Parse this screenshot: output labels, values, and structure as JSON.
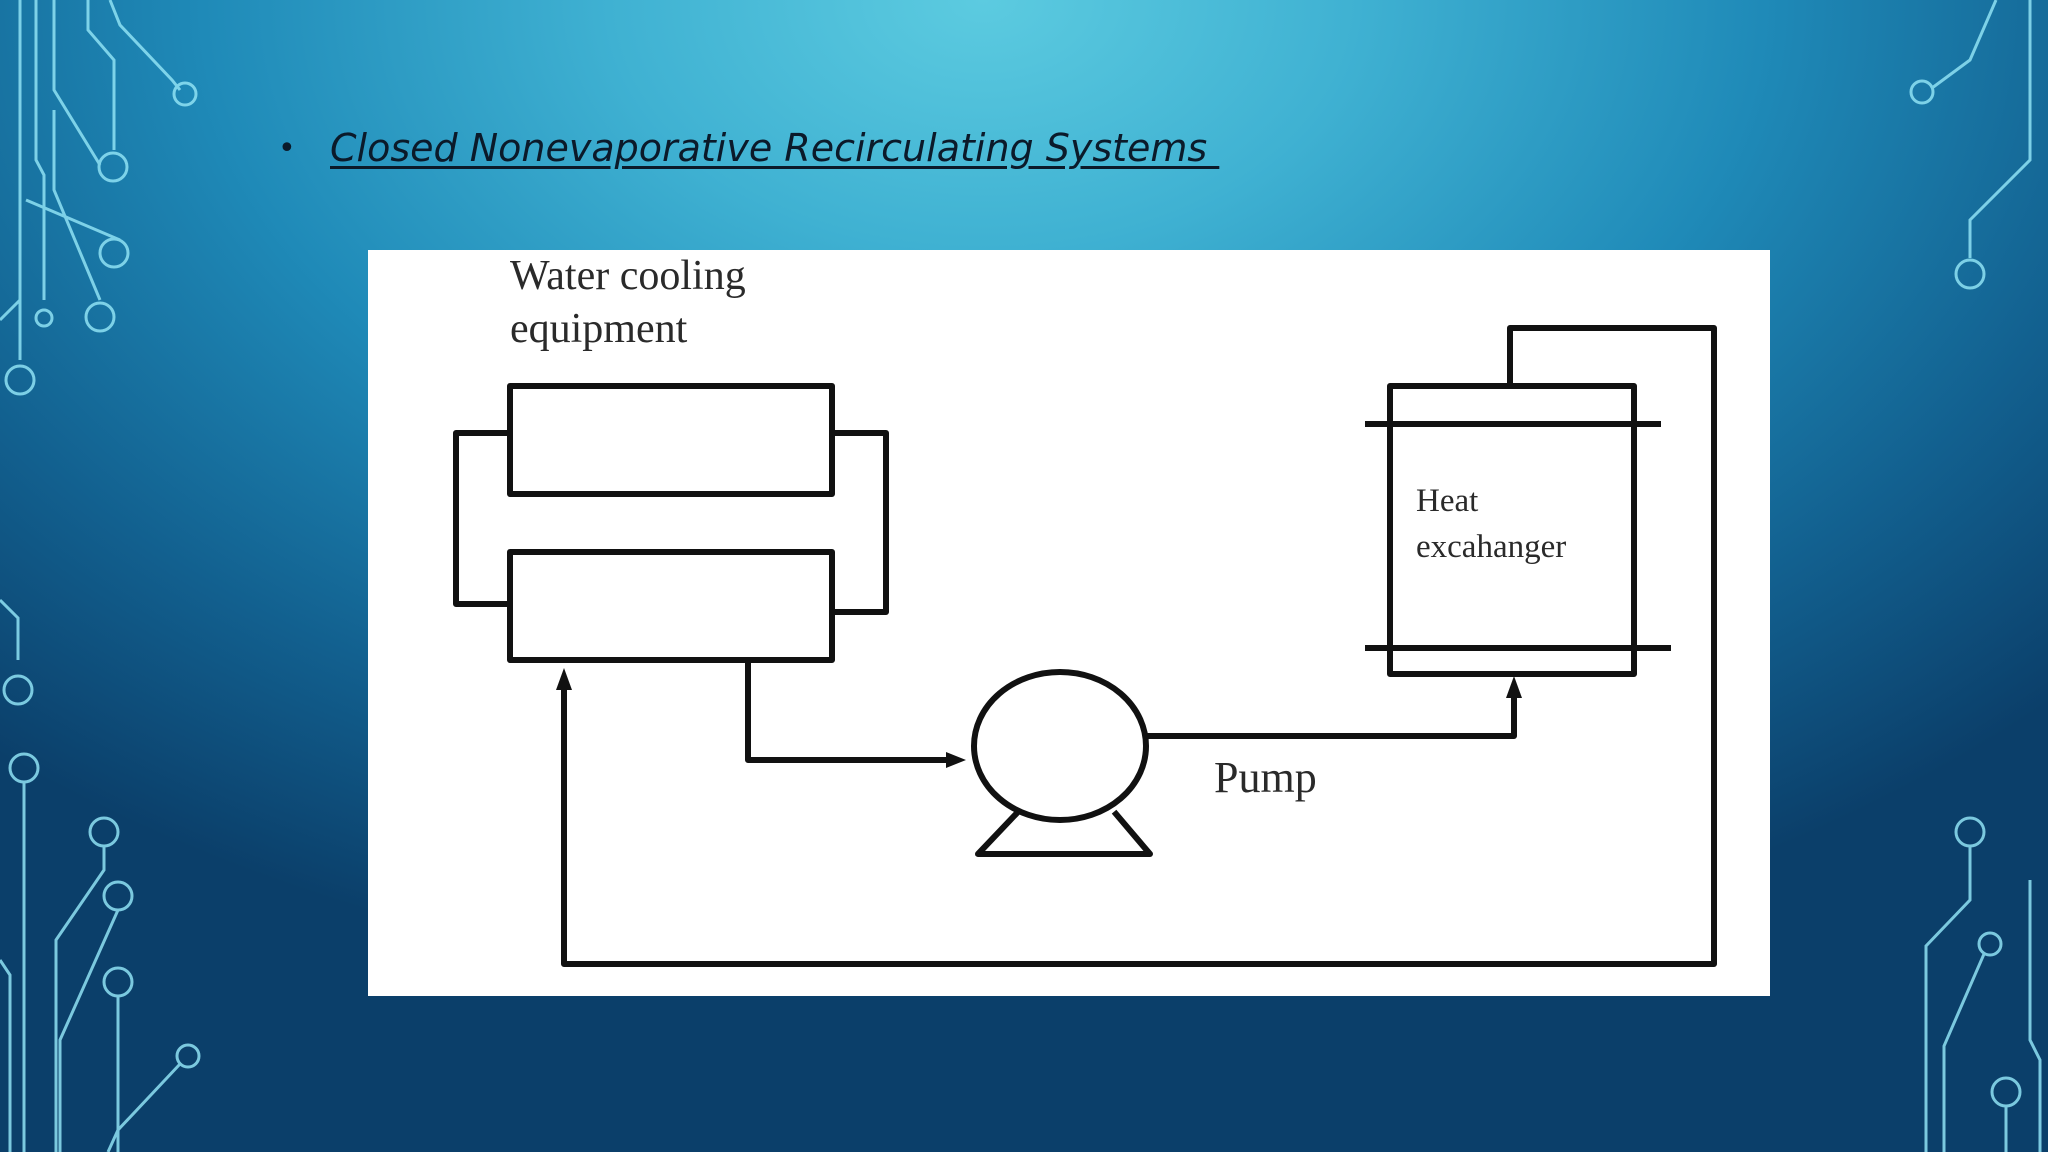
{
  "slide": {
    "bullet_symbol": "•",
    "heading": "Closed Nonevaporative Recirculating Systems "
  },
  "diagram": {
    "labels": {
      "water_cooling_equipment": "Water cooling equipment",
      "pump": "Pump",
      "heat_exchanger": "Heat excahanger"
    }
  },
  "colors": {
    "background_light": "#5ccbe0",
    "background_dark": "#0b3f6a",
    "circuit_lines": "#8fe2f4",
    "heading_text": "#0b1a2a",
    "diagram_stroke": "#111111"
  }
}
